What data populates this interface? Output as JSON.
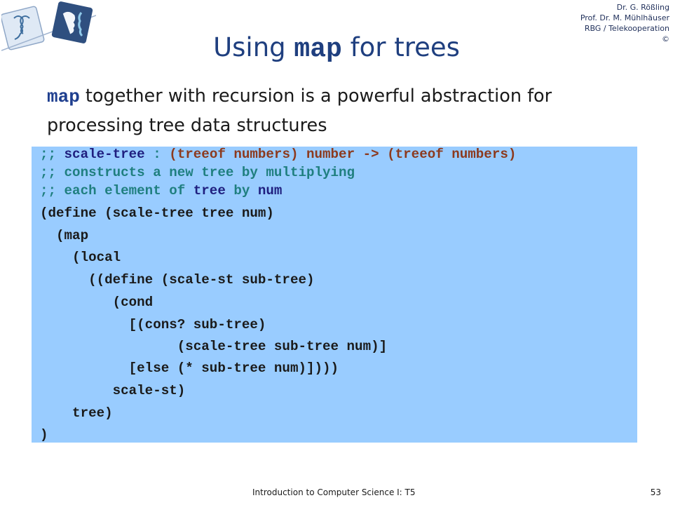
{
  "header": {
    "authors": [
      "Dr. G. Rößling",
      "Prof. Dr. M. Mühlhäuser",
      "RBG / Telekooperation",
      "©"
    ]
  },
  "title": {
    "prefix": "Using ",
    "keyword": "map",
    "suffix": " for trees"
  },
  "intro": {
    "keyword": "map",
    "text": " together with recursion is a powerful abstraction for processing tree data structures"
  },
  "code": {
    "contract": {
      "c1": ";; ",
      "c2": "scale-tree",
      "c3": " : ",
      "c4": "(treeof numbers) number -> (treeof numbers)"
    },
    "purpose1": ";; constructs a new tree by multiplying",
    "purpose2": {
      "p1": ";; each element of ",
      "p2": "tree",
      "p3": " by ",
      "p4": "num"
    },
    "lines": [
      "(define (scale-tree tree num)",
      "  (map",
      "    (local",
      "      ((define (scale-st sub-tree)",
      "         (cond",
      "           [(cons? sub-tree)",
      "                 (scale-tree sub-tree num)]",
      "           [else (* sub-tree num)])))",
      "         scale-st)",
      "    tree)",
      ")"
    ]
  },
  "footer": {
    "course": "Introduction to Computer Science I: T5",
    "page": "53"
  },
  "colors": {
    "title": "#1f3f7f",
    "code_background": "#99ccff",
    "comment": "#1f7f7f",
    "identifier": "#1f1f7f",
    "type": "#8c3a1e"
  }
}
